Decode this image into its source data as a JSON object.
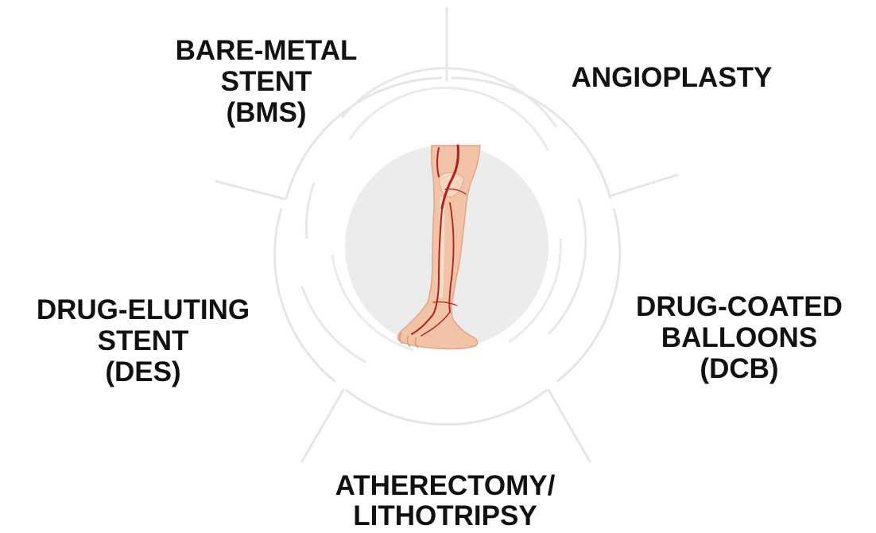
{
  "diagram": {
    "center_image": "leg-arteries-illustration",
    "colors": {
      "ring": "#e6e6e6",
      "center_disc": "#ececec",
      "skin": "#f2c3a6",
      "artery": "#b0201e",
      "text": "#111111"
    },
    "labels": {
      "bms": [
        "BARE-METAL",
        "STENT",
        "(BMS)"
      ],
      "angioplasty": [
        "ANGIOPLASTY"
      ],
      "dcb": [
        "DRUG-COATED",
        "BALLOONS",
        "(DCB)"
      ],
      "des": [
        "DRUG-ELUTING",
        "STENT",
        "(DES)"
      ],
      "atherectomy": [
        "ATHERECTOMY/",
        "LITHOTRIPSY"
      ]
    }
  }
}
